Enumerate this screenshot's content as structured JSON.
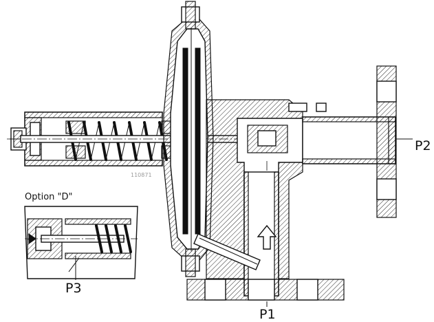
{
  "labels": {
    "p1": "P1",
    "p2": "P2",
    "p3": "P3",
    "option": "Option \"D\"",
    "drawing_number": "110871"
  },
  "colors": {
    "line": "#111111",
    "background": "#ffffff",
    "reference_number": "#9a9a9a"
  },
  "symbols": {
    "flow_arrow": "up-arrow-icon"
  }
}
